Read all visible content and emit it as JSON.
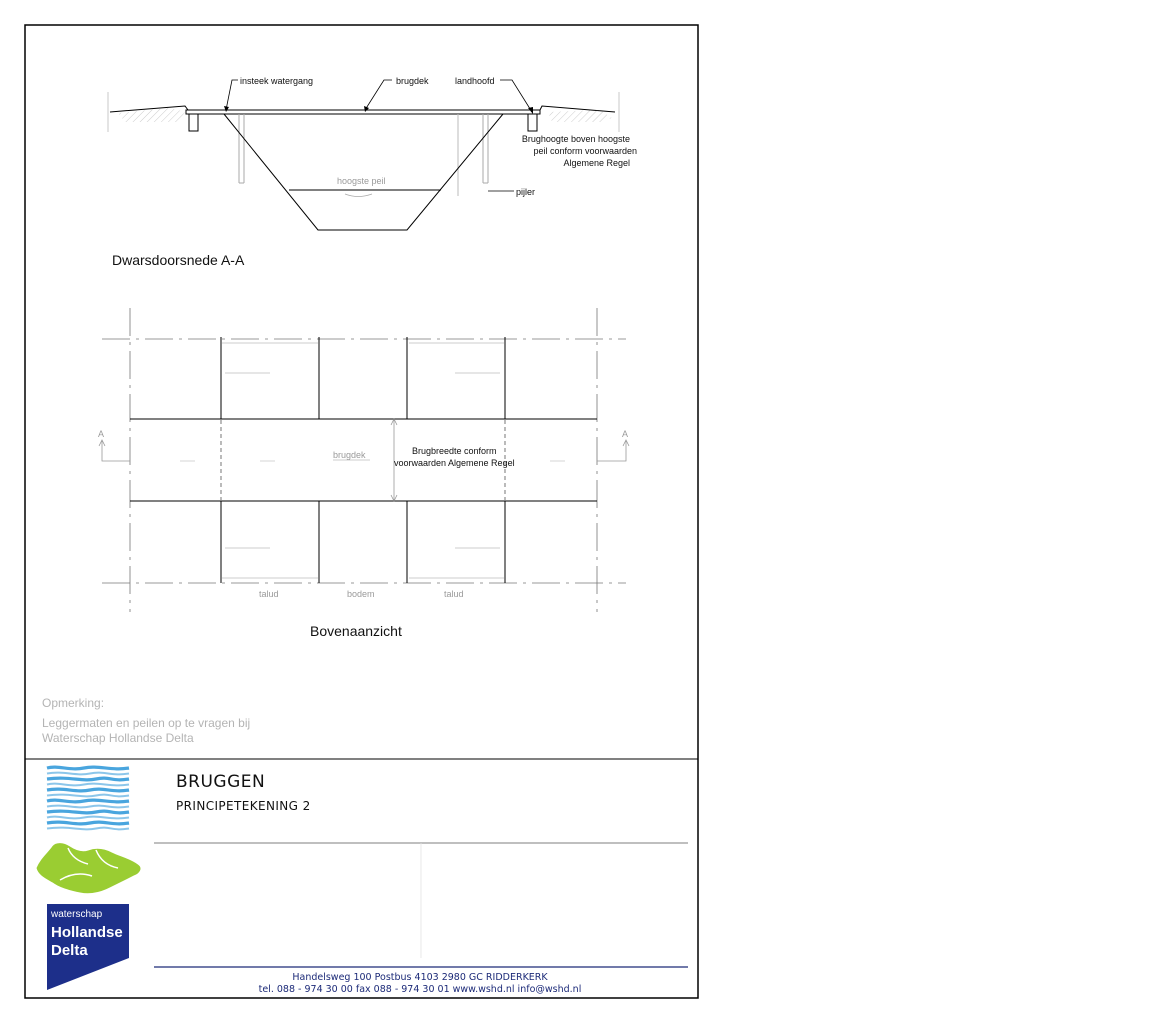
{
  "section": {
    "title": "Dwarsdoorsnede A-A",
    "labels": {
      "insteek": "insteek watergang",
      "brugdek": "brugdek",
      "landhoofd": "landhoofd",
      "hoogte_1": "Brughoogte boven hoogste",
      "hoogte_2": "peil conform voorwaarden",
      "hoogte_3": "Algemene Regel",
      "hoogste_peil": "hoogste peil",
      "pijler": "pijler"
    }
  },
  "plan": {
    "title": "Bovenaanzicht",
    "labels": {
      "brugdek": "brugdek",
      "breedte_1": "Brugbreedte conform",
      "breedte_2": "voorwaarden Algemene Regel",
      "talud_left": "talud",
      "bodem": "bodem",
      "talud_right": "talud",
      "section_mark_left": "A",
      "section_mark_right": "A"
    }
  },
  "remark": {
    "heading": "Opmerking:",
    "line1": "Leggermaten en peilen op te vragen bij",
    "line2": "Waterschap Hollandse Delta"
  },
  "titleblock": {
    "title": "BRUGGEN",
    "subtitle": "PRINCIPETEKENING 2",
    "address": "Handelsweg 100  Postbus 4103  2980 GC  RIDDERKERK",
    "contact": "tel. 088 - 974 30 00  fax 088 - 974 30 01  www.wshd.nl  info@wshd.nl",
    "logo": {
      "line1": "waterschap",
      "line2": "Hollandse",
      "line3": "Delta",
      "water_color": "#3fa0dc",
      "land_color": "#9acd32",
      "brand_color": "#1d2f8a"
    }
  }
}
